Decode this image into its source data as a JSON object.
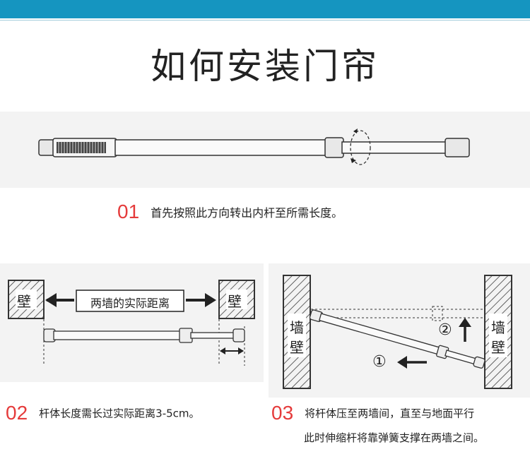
{
  "title": "如何安装门帘",
  "step1": {
    "num": "01",
    "text": "首先按照此方向转出内杆至所需长度。"
  },
  "step2": {
    "num": "02",
    "text": "杆体长度需长过实际距离3-5cm。",
    "wall_label": "壁",
    "distance_label": "两墙的实际距离"
  },
  "step3": {
    "num": "03",
    "line1": "将杆体压至两墙间，直至与地面平行",
    "line2": "此时伸缩杆将靠弹簧支撑在两墙之间。",
    "wall_left": [
      "墙",
      "壁"
    ],
    "wall_right": [
      "墙",
      "壁"
    ],
    "marker1": "①",
    "marker2": "②"
  },
  "colors": {
    "accent_bar": "#1595c0",
    "step_number": "#e53b3b",
    "panel_bg": "#f3f3f3"
  }
}
